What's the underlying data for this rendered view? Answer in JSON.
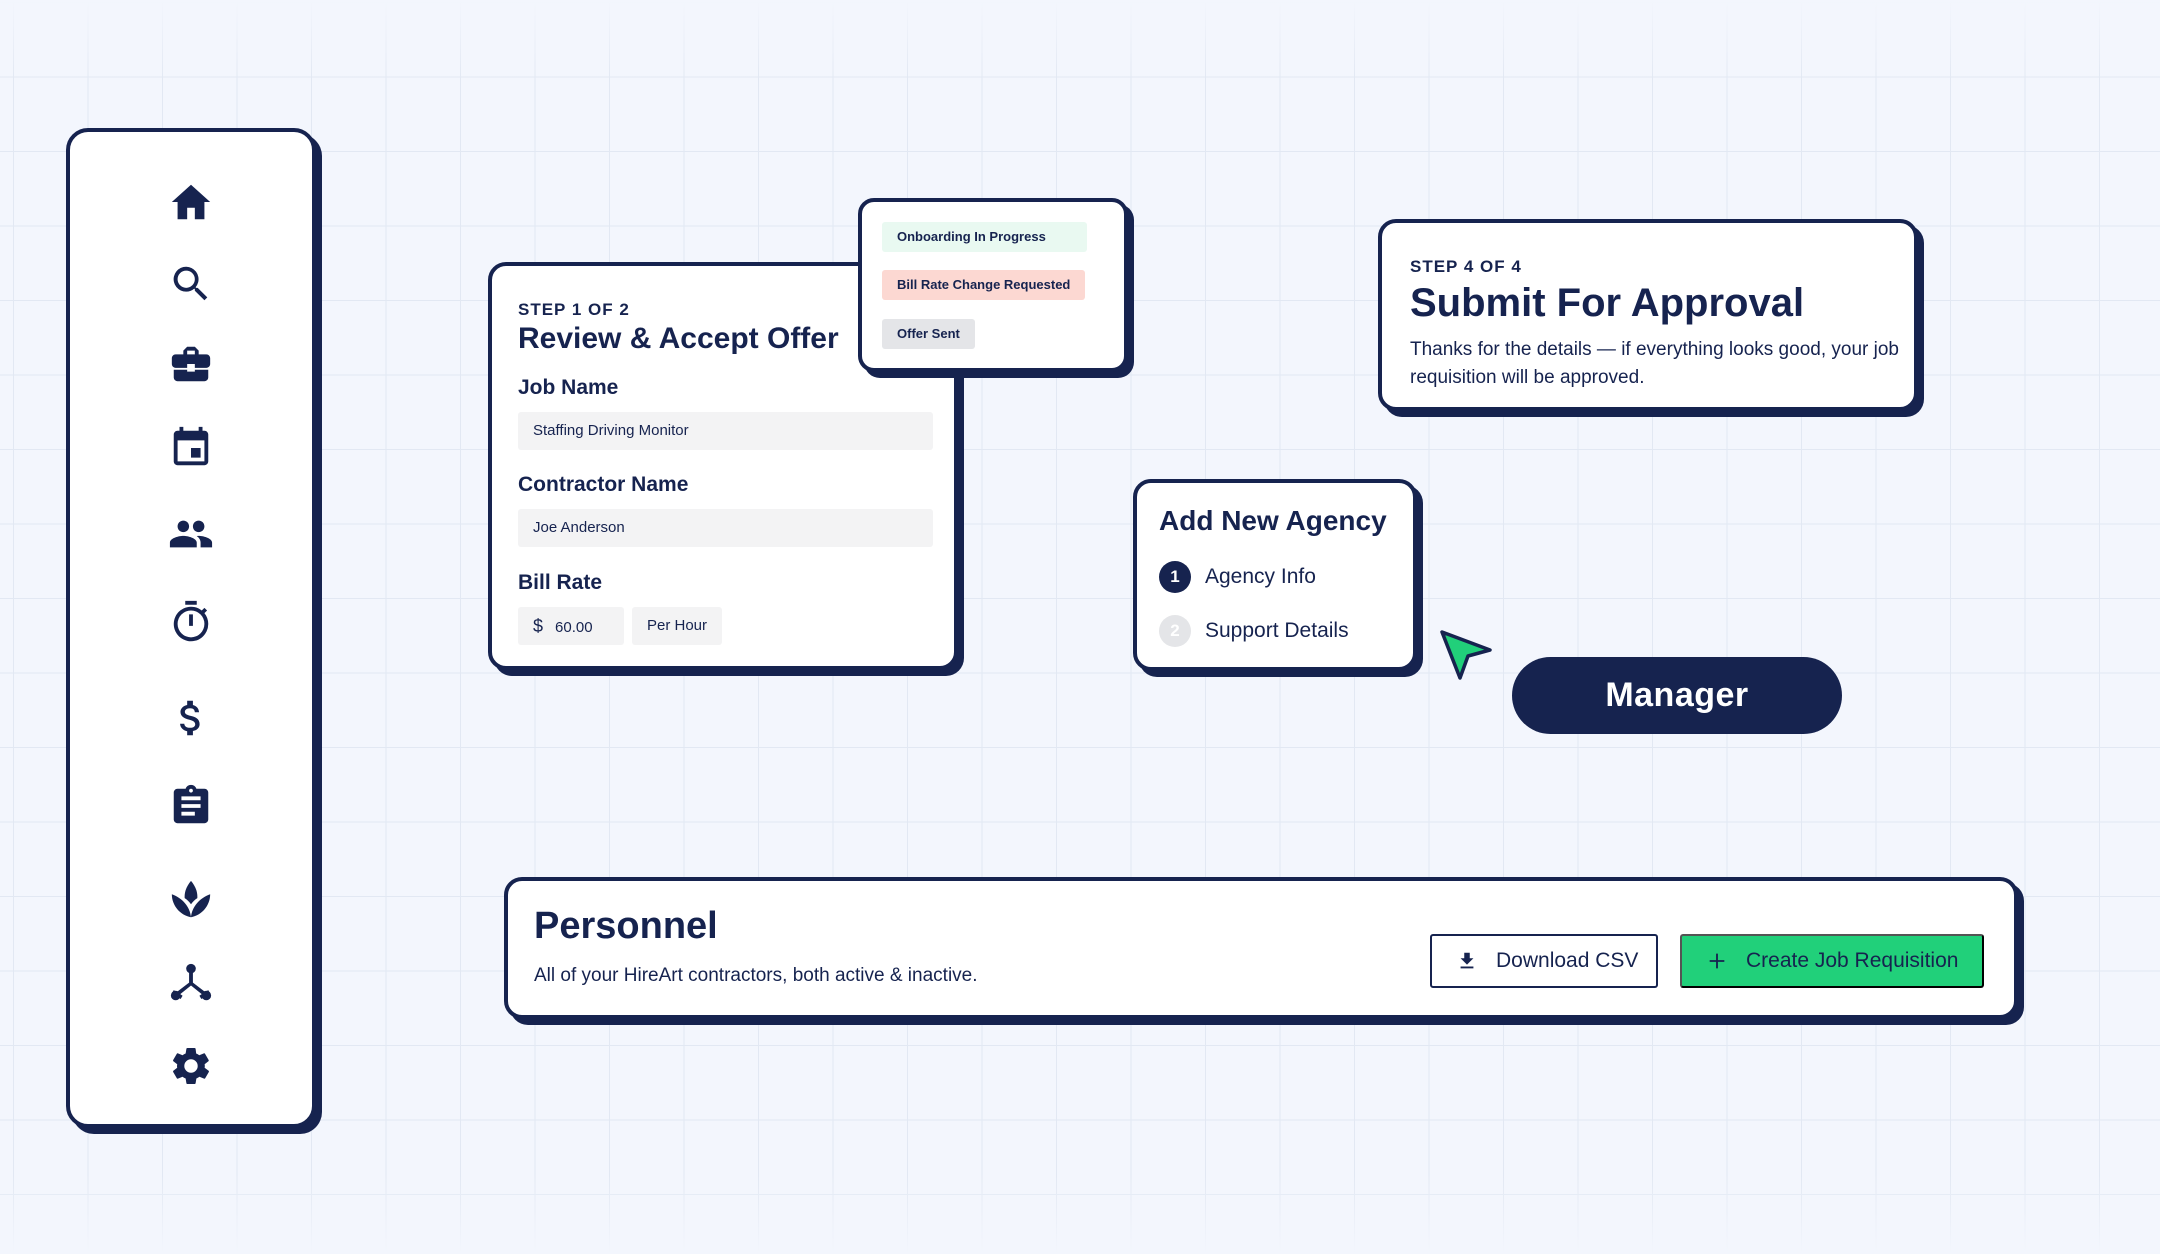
{
  "sidebar": {
    "items": [
      {
        "icon": "home-icon"
      },
      {
        "icon": "search-icon"
      },
      {
        "icon": "briefcase-icon"
      },
      {
        "icon": "calendar-icon"
      },
      {
        "icon": "people-icon"
      },
      {
        "icon": "timer-icon"
      },
      {
        "icon": "dollar-icon"
      },
      {
        "icon": "clipboard-icon"
      },
      {
        "icon": "lotus-icon"
      },
      {
        "icon": "network-icon"
      },
      {
        "icon": "gear-icon"
      }
    ]
  },
  "review_offer": {
    "step": "STEP 1 OF 2",
    "title": "Review & Accept Offer",
    "job_name_label": "Job Name",
    "job_name_value": "Staffing Driving Monitor",
    "contractor_label": "Contractor Name",
    "contractor_value": "Joe Anderson",
    "bill_rate_label": "Bill Rate",
    "currency_symbol": "$",
    "bill_rate_value": "60.00",
    "rate_unit": "Per Hour"
  },
  "status_popover": {
    "items": [
      {
        "label": "Onboarding In Progress",
        "color": "#e9f9f1"
      },
      {
        "label": "Bill Rate Change Requested",
        "color": "#fcd8d2"
      },
      {
        "label": "Offer Sent",
        "color": "#e4e5e8"
      }
    ]
  },
  "approval": {
    "step": "STEP 4 OF 4",
    "title": "Submit For Approval",
    "description": "Thanks for the details — if everything looks good, your job requisition will be approved."
  },
  "agency": {
    "title": "Add New Agency",
    "steps": [
      {
        "number": "1",
        "label": "Agency Info",
        "active": true
      },
      {
        "number": "2",
        "label": "Support Details",
        "active": false
      }
    ]
  },
  "role_badge": {
    "label": "Manager"
  },
  "personnel": {
    "title": "Personnel",
    "description": "All of your HireArt contractors, both active & inactive.",
    "download_button": "Download CSV",
    "create_button": "Create Job Requisition"
  },
  "colors": {
    "navy": "#16234f",
    "green": "#21d07a",
    "background": "#f3f6fd"
  }
}
